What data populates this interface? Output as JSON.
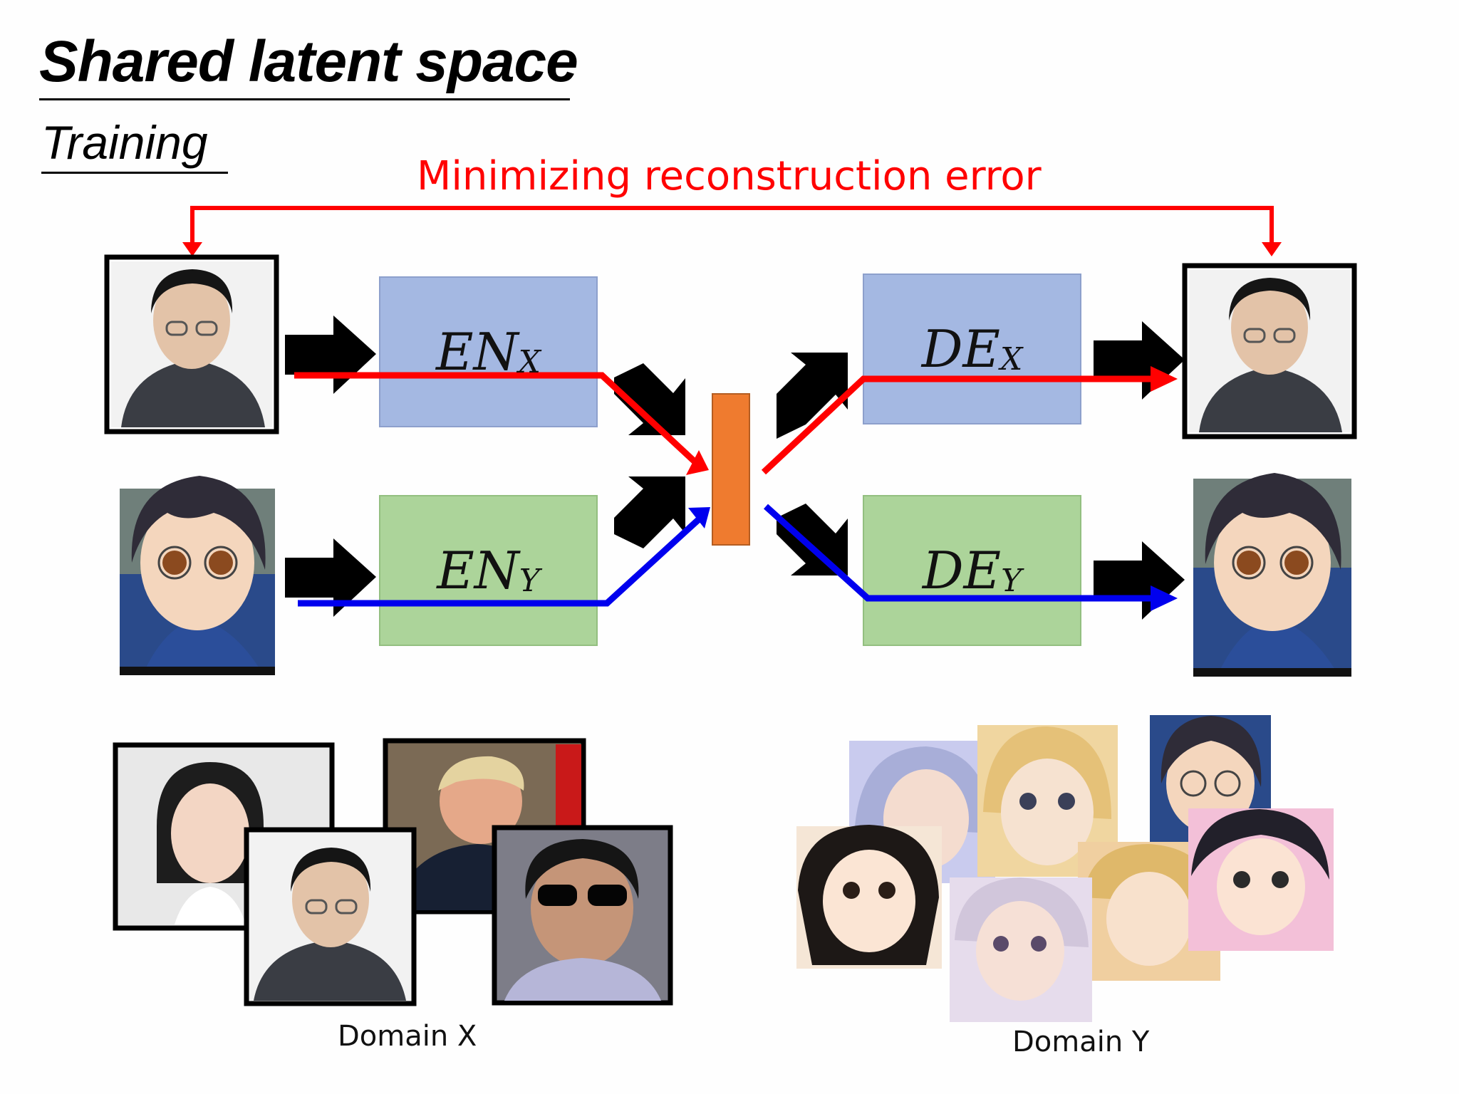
{
  "slide": {
    "title": "Shared latent space",
    "subtitle": "Training",
    "objective_label": "Minimizing reconstruction error"
  },
  "blocks": {
    "encoder_x": {
      "name": "EN",
      "sub": "X"
    },
    "encoder_y": {
      "name": "EN",
      "sub": "Y"
    },
    "decoder_x": {
      "name": "DE",
      "sub": "X"
    },
    "decoder_y": {
      "name": "DE",
      "sub": "Y"
    }
  },
  "domains": {
    "x": {
      "label": "Domain X"
    },
    "y": {
      "label": "Domain Y"
    }
  },
  "colors": {
    "encoder_fill": "#a4b8e2",
    "decoder_fill": "#a4b8e2",
    "encoder_y_fill": "#acd49a",
    "latent_fill": "#ef7b2f",
    "path_x": "#ff0000",
    "path_y": "#0000ee",
    "flow_arrow": "#000000"
  }
}
